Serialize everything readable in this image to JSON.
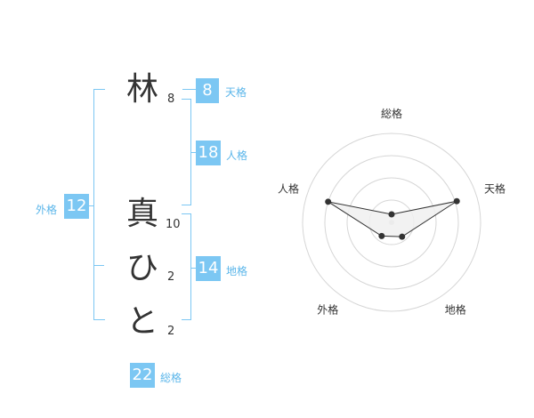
{
  "name": {
    "characters": [
      {
        "char": "林",
        "strokes": "8"
      },
      {
        "char": "真",
        "strokes": "10"
      },
      {
        "char": "ひ",
        "strokes": "2"
      },
      {
        "char": "と",
        "strokes": "2"
      }
    ]
  },
  "kaku": {
    "tenkaku": {
      "value": "8",
      "label": "天格"
    },
    "jinkaku": {
      "value": "18",
      "label": "人格"
    },
    "chikaku": {
      "value": "14",
      "label": "地格"
    },
    "gaikaku": {
      "value": "12",
      "label": "外格"
    },
    "soukaku": {
      "value": "22",
      "label": "総格"
    }
  },
  "chart_data": {
    "type": "radar",
    "axes": [
      "総格",
      "天格",
      "地格",
      "外格",
      "人格"
    ],
    "rings": 4,
    "values": [
      0.09,
      0.77,
      0.2,
      0.19,
      0.75
    ],
    "colors": {
      "fill": "#f0f0f0",
      "stroke": "#333333",
      "grid": "#d6d6d6",
      "center": "#cccccc"
    }
  }
}
